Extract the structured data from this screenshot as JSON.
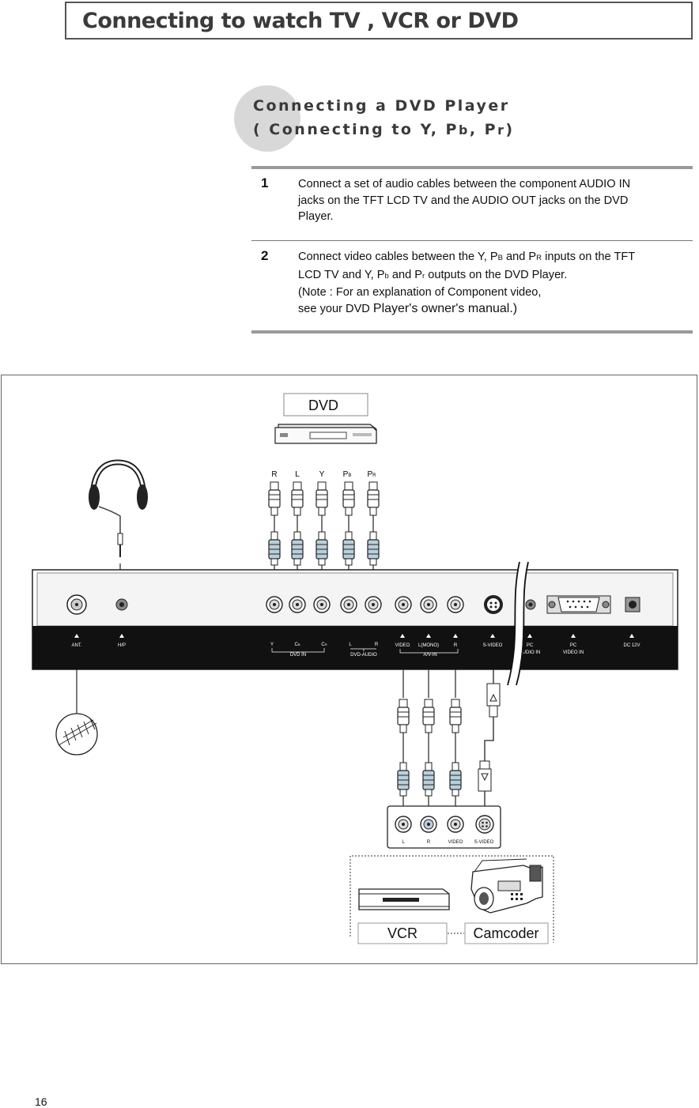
{
  "header": {
    "title": "Connecting to watch TV , VCR or DVD"
  },
  "subtitle": {
    "line1": "Connecting a DVD Player",
    "line2_prefix": "( Connecting to Y, P",
    "line2_sub1": "b",
    "line2_mid": ", P",
    "line2_sub2": "r",
    "line2_suffix": ")"
  },
  "steps": [
    {
      "number": "1",
      "lines": [
        "Connect a set of audio cables between the component AUDIO IN",
        "jacks on the TFT LCD TV and the AUDIO OUT jacks on the DVD",
        "Player."
      ]
    },
    {
      "number": "2",
      "line1_a": "Connect video cables between the Y, P",
      "line1_sub1": "B",
      "line1_b": "  and P",
      "line1_sub2": "R",
      "line1_c": "  inputs on the TFT",
      "line2_a": "LCD TV and Y, P",
      "line2_sub1": "b",
      "line2_b": " and P",
      "line2_sub2": "r",
      "line2_c": " outputs on the DVD Player.",
      "line3": "(Note : For an explanation of Component video,",
      "line4_a": "see your DVD ",
      "line4_b": "  Player's owner's   manual.)"
    }
  ],
  "diagram": {
    "dvd_label": "DVD",
    "cable_labels": [
      "R",
      "L",
      "Y",
      "P",
      "P"
    ],
    "cable_label_subs": [
      "",
      "",
      "",
      "B",
      "R"
    ],
    "panel_labels": {
      "ant": "ANT.",
      "hp": "H/P",
      "y": "Y",
      "cb": "C",
      "cb_sub": "B",
      "cr": "C",
      "cr_sub": "R",
      "dvd_in": "DVD IN",
      "l": "L",
      "r": "R",
      "dvd_audio": "DVD-AUDIO",
      "video": "VIDEO",
      "lmono": "L(MONO)",
      "r2": "R",
      "av_in": "A/V-IN",
      "svideo": "S-VIDEO",
      "pc_audio_1": "PC",
      "pc_audio_2": "AUDIO IN",
      "pc_video_1": "PC",
      "pc_video_2": "VIDEO IN",
      "dc": "DC 12V"
    },
    "device_panel_labels": [
      "L",
      "R",
      "VIDEO",
      "S-VIDEO"
    ],
    "vcr_label": "VCR",
    "camcoder_label": "Camcoder"
  },
  "page_number": "16"
}
